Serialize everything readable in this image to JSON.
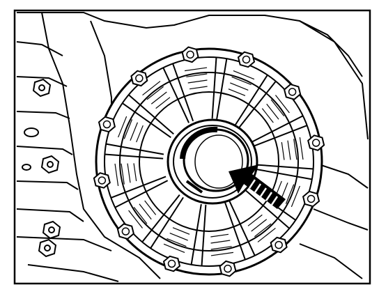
{
  "illustration": {
    "subject": "housing-cover-with-oil-seal",
    "line_color": "#000000",
    "background_color": "#ffffff",
    "bolt_count": 12,
    "indicator": "arrow-pointing-at-oil-seal"
  }
}
